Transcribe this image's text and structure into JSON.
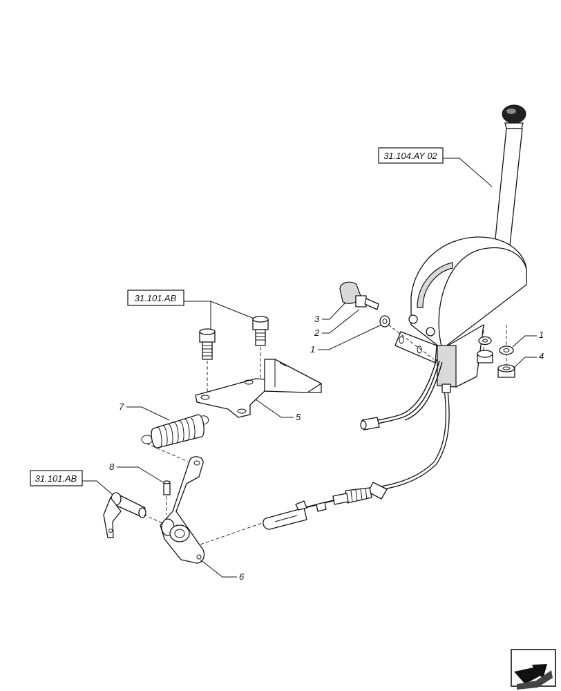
{
  "references": {
    "lever_group": "31.104.AY 02",
    "bracket_bolts": "31.101.AB",
    "shaft_group": "31.101.AB"
  },
  "callouts": {
    "c1_upper": "1",
    "c1_left": "1",
    "c2": "2",
    "c3": "3",
    "c4": "4",
    "c5": "5",
    "c6": "6",
    "c7": "7",
    "c8": "8"
  },
  "icons": {
    "corner": "next-page-arrow-icon"
  },
  "colors": {
    "line": "#111111",
    "background": "#ffffff"
  }
}
